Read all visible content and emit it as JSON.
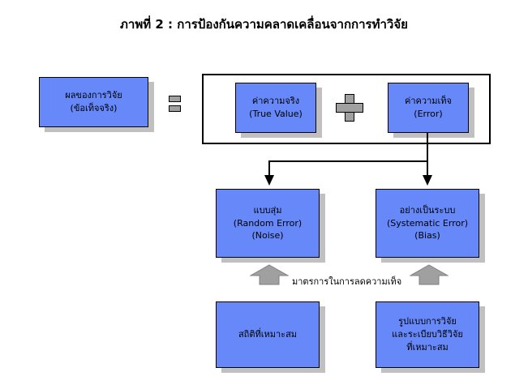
{
  "diagram": {
    "title": "ภาพที่ 2 : การป้องกันความคลาดเคลื่อนจากการทำวิจัย",
    "colors": {
      "node_fill": "#6688F8",
      "node_border": "#000000",
      "shadow": "#C0C0C0",
      "operator_fill": "#A0A0A0",
      "arrow_fill": "#A0A0A0",
      "background": "#FFFFFF"
    },
    "operators": {
      "equals": "=",
      "plus": "+"
    },
    "nodes": {
      "result": {
        "lines": [
          "ผลของการวิจัย",
          "(ข้อเท็จจริง)"
        ]
      },
      "true_value": {
        "lines": [
          "ค่าความจริง",
          "(True Value)"
        ]
      },
      "error": {
        "lines": [
          "ค่าความเท็จ",
          "(Error)"
        ]
      },
      "random_error": {
        "lines": [
          "แบบสุ่ม",
          "(Random Error)",
          "(Noise)"
        ]
      },
      "systematic_error": {
        "lines": [
          "อย่างเป็นระบบ",
          "(Systematic Error)",
          "(Bias)"
        ]
      },
      "statistics": {
        "lines": [
          "สถิติที่เหมาะสม"
        ]
      },
      "research_design": {
        "lines": [
          "รูปแบบการวิจัย",
          "และระเบียบวิธีวิจัย",
          "ที่เหมาะสม"
        ]
      }
    },
    "measures_label": "มาตรการในการลดความเท็จ"
  }
}
